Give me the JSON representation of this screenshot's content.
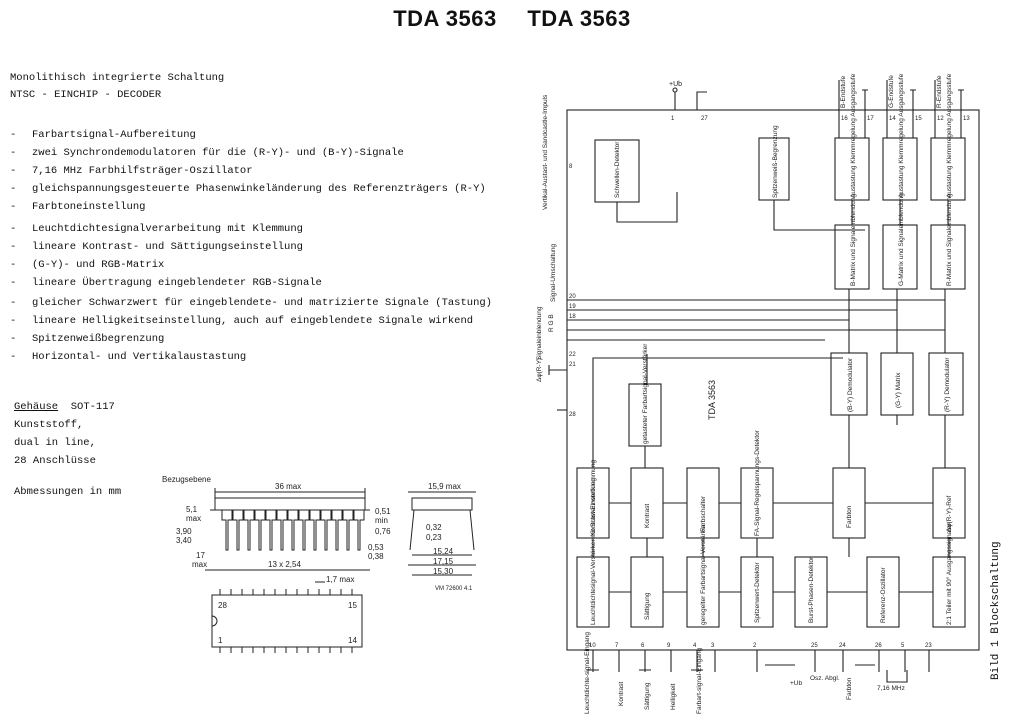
{
  "header": {
    "title_left": "TDA 3563",
    "title_right": "TDA 3563"
  },
  "intro": {
    "line1": "Monolithisch integrierte Schaltung",
    "line2": "NTSC - EINCHIP - DECODER"
  },
  "features_group1": [
    "Farbartsignal-Aufbereitung",
    "zwei Synchrondemodulatoren für die (R-Y)- und (B-Y)-Signale",
    "7,16 MHz Farbhilfsträger-Oszillator",
    "gleichspannungsgesteuerte Phasenwinkeländerung des Referenzträgers (R-Y)",
    "Farbtoneinstellung"
  ],
  "features_group2": [
    "Leuchtdichtesignalverarbeitung mit Klemmung",
    "lineare Kontrast- und Sättigungseinstellung",
    "(G-Y)- und RGB-Matrix",
    "lineare Übertragung eingeblendeter RGB-Signale"
  ],
  "features_group3": [
    "gleicher Schwarzwert für eingeblendete- und matrizierte Signale (Tastung)",
    "lineare Helligkeitseinstellung, auch auf eingeblendete Signale wirkend",
    "Spitzenweißbegrenzung",
    "Horizontal- und Vertikalaustastung"
  ],
  "feature_dash": "-",
  "package": {
    "label": "Gehäuse",
    "type": "SOT-117",
    "lines": [
      "Kunststoff,",
      "dual in line,",
      "28 Anschlüsse"
    ],
    "dimensions_note": "Abmessungen in mm"
  },
  "drawing": {
    "bezugsebene": "Bezugsebene",
    "max36": "36 max",
    "d51": "5,1",
    "max": "max",
    "d390": "3,90",
    "d340": "3,40",
    "d17": "17",
    "pitch": "13 x 2,54",
    "d051": "0,51",
    "min": "min",
    "d076": "0,76",
    "d053": "0,53",
    "d038": "0,38",
    "d17max": "1,7 max",
    "d159": "15,9 max",
    "d032": "0,32",
    "d023": "0,23",
    "d1524": "15,24",
    "d1715": "17,15",
    "d1530": "15,30",
    "ref": "VM 72600 4.1",
    "pin28": "28",
    "pin15": "15",
    "pin1": "1",
    "pin14": "14"
  },
  "block": {
    "chip": "TDA 3563",
    "ub": "+Ub",
    "endstufe_b": "B-Endstufe",
    "endstufe_g": "G-Endstufe",
    "endstufe_r": "R-Endstufe",
    "austastung": "Austastung Klemmregelung Ausgangsstufe",
    "matrix_b": "B-Matrix und Signaleinblendung",
    "matrix_g": "G-Matrix und Signaleinblendung",
    "matrix_r": "R-Matrix und Signaleinblendung",
    "schwellen": "Schwellen-Detektor",
    "spitzen": "Spitzenweiß-Begrenzung",
    "demod_by": "(B-Y) Demodulator",
    "gy_matrix": "(G-Y) Matrix",
    "demod_ry": "(R-Y) Demodulator",
    "getastet": "getasteter Farbartsignal-Verstärker",
    "kontrast_einst": "Kontrast-Einstellung",
    "kontrast": "Kontrast",
    "farbschalter": "Farbschalter",
    "fa_signal": "FA-Signal-Regelspannungs-Detektor",
    "farbton": "Farbton",
    "ref_phase": "Δφ(R-Y)-Ref",
    "leucht_verst": "Leuchtdichtesignal-Verstärker mit Schwarzwertklemmung",
    "saettigung": "Sättigung",
    "geregelt": "geregelter Farbartsignal-Verstärker",
    "spitzenwert": "Spitzenwert-Detektor",
    "burst": "Burst-Phasen-Detektor",
    "ref_osz": "Referenz-Oszillator",
    "teiler": "2:1 Teiler mit 90° Ausgangssignalen",
    "vert_impuls": "Vertikal-Austast- und Sandcastle-Impuls",
    "signal_umsch": "Signal-Umschaltung",
    "signal_einbl": "Signaleinblendung",
    "rgb": "R G B",
    "delta_ry": "Δφ(R-Y)",
    "in_leucht": "Leuchtdichte-signal-Eingang",
    "in_kontrast": "Kontrast",
    "in_saettigung": "Sättigung",
    "in_helligkeit": "Helligkeit",
    "in_farbart": "Farbart-signal-Eingang",
    "in_ub": "+Ub",
    "in_osz": "Osz. Abgl.",
    "in_farbton": "Farbton",
    "in_716": "7,16 MHz",
    "pins_top": [
      "1",
      "27",
      "16",
      "17",
      "14",
      "15",
      "12",
      "13"
    ],
    "pins_left": [
      "8",
      "18",
      "19",
      "20",
      "21",
      "22",
      "28"
    ],
    "pins_bottom": [
      "10",
      "7",
      "6",
      "9",
      "4",
      "3",
      "2",
      "25",
      "24",
      "26",
      "5",
      "23"
    ]
  },
  "bild": "Bild 1   Blockschaltung"
}
